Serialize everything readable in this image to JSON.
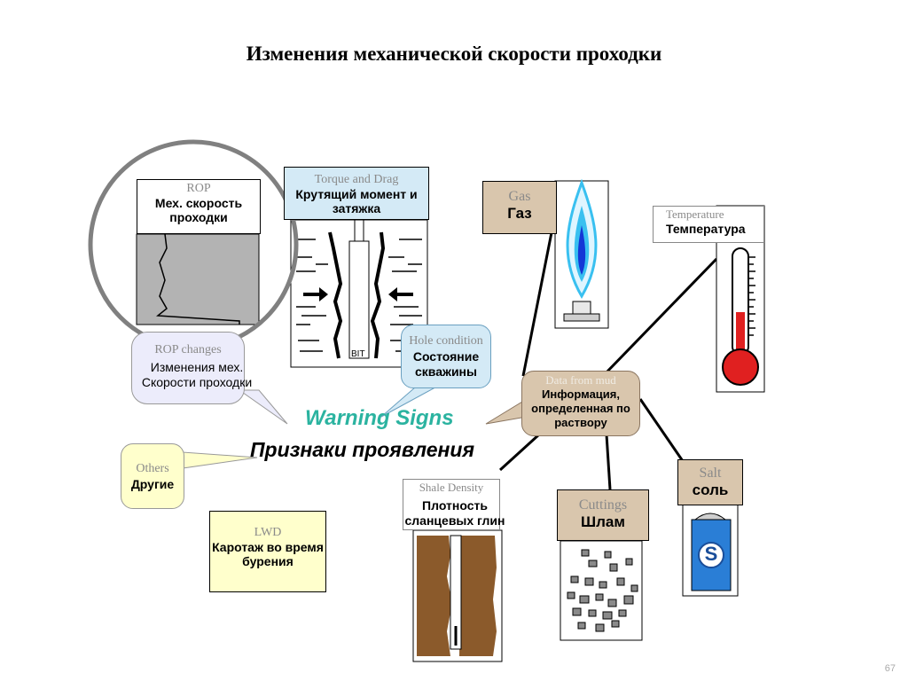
{
  "title": "Изменения механической скорости проходки",
  "center": {
    "warning_en": "Warning Signs",
    "warning_ru": "Признаки проявления"
  },
  "rop": {
    "en": "ROP",
    "ru": "Мех. скорость проходки"
  },
  "torque": {
    "en": "Torque and Drag",
    "ru": "Крутящий момент и затяжка",
    "bit_label": "BIT"
  },
  "rop_changes": {
    "en": "ROP changes",
    "ru": "Изменения мех. Скорости проходки"
  },
  "hole": {
    "en": "Hole condition",
    "ru": "Состояние скважины"
  },
  "others": {
    "en": "Others",
    "ru": "Другие"
  },
  "lwd": {
    "en": "LWD",
    "ru": "Каротаж во время бурения"
  },
  "gas": {
    "en": "Gas",
    "ru": "Газ"
  },
  "temperature": {
    "en": "Temperature",
    "ru": "Температура"
  },
  "mud": {
    "en": "Data from mud",
    "ru": "Информация, определенная по раствору"
  },
  "salt": {
    "en": "Salt",
    "ru": "соль",
    "icon_letter": "S"
  },
  "shale": {
    "en": "Shale Density",
    "ru": "Плотность сланцевых глин"
  },
  "cuttings": {
    "en": "Cuttings",
    "ru": "Шлам"
  },
  "page_number": "67",
  "colors": {
    "gas_box": "#d9c6ad",
    "blue_box": "#d4eaf6",
    "lavender": "#ececfb",
    "yellow": "#ffffcc",
    "rop_fill": "#b3b3b3",
    "warning_green": "#2bb3a0",
    "thermo_red": "#e02020",
    "salt_blue": "#2a7ed6",
    "shale_brown": "#8b5a2b"
  }
}
